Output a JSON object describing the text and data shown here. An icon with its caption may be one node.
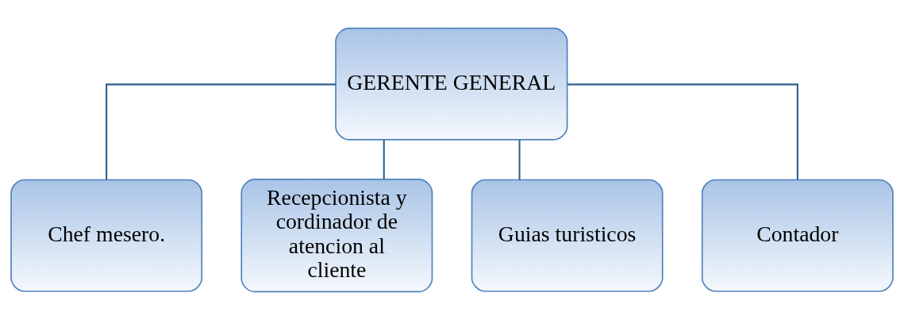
{
  "diagram": {
    "nodes": [
      {
        "text": [
          "GERENTE GENERAL"
        ]
      },
      {
        "text": [
          "Chef mesero."
        ]
      },
      {
        "text": [
          "Recepcionista y cordinador de atencion al cliente"
        ]
      },
      {
        "text": [
          "Guias turisticos"
        ]
      },
      {
        "text": [
          "Contador"
        ]
      }
    ],
    "edges": [
      {
        "from": 0,
        "to": 1,
        "arrow": "none"
      },
      {
        "from": 0,
        "to": 2,
        "arrow": "none"
      },
      {
        "from": 0,
        "to": 3,
        "arrow": "none"
      },
      {
        "from": 0,
        "to": 4,
        "arrow": "none"
      }
    ]
  }
}
